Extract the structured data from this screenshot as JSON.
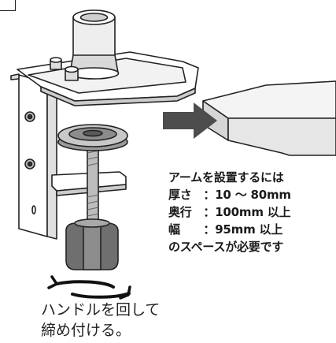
{
  "spec": {
    "heading": "アームを設置するには",
    "rows": [
      "厚さ　：10 ～ 80mm",
      "奥行　：100mm 以上",
      "幅　　：95mm 以上"
    ],
    "footer": "のスペースが必要です"
  },
  "caption": {
    "line1": "ハンドルを回して",
    "line2": "締め付ける。"
  },
  "colors": {
    "arrow": "#4d4d4d",
    "line": "#222222",
    "text": "#1a1a1a"
  },
  "icons": {
    "direction_arrow": "arrow-right-icon",
    "rotation": "rotate-icon"
  }
}
